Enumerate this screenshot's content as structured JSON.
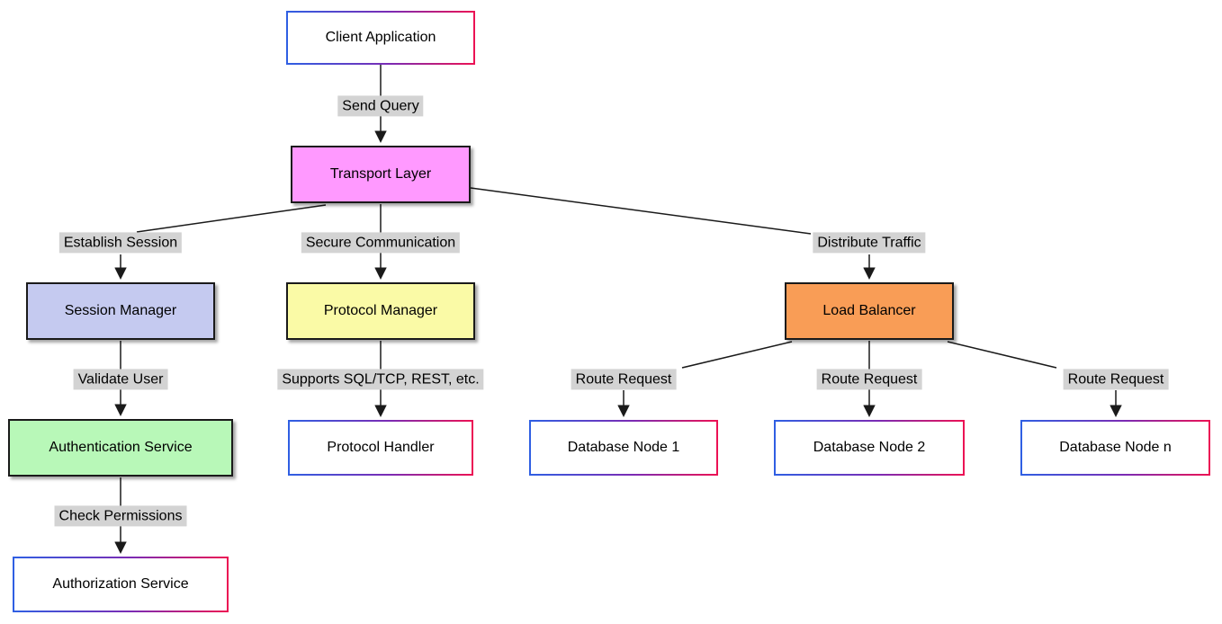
{
  "diagram": {
    "type": "flowchart",
    "nodes": [
      {
        "id": "client",
        "label": "Client Application",
        "style": "plain"
      },
      {
        "id": "transport",
        "label": "Transport Layer",
        "style": "magenta"
      },
      {
        "id": "session",
        "label": "Session Manager",
        "style": "purple"
      },
      {
        "id": "protocol",
        "label": "Protocol Manager",
        "style": "yellow"
      },
      {
        "id": "loadbalancer",
        "label": "Load Balancer",
        "style": "orange"
      },
      {
        "id": "auth",
        "label": "Authentication Service",
        "style": "green"
      },
      {
        "id": "handler",
        "label": "Protocol Handler",
        "style": "plain"
      },
      {
        "id": "db1",
        "label": "Database Node 1",
        "style": "plain"
      },
      {
        "id": "db2",
        "label": "Database Node 2",
        "style": "plain"
      },
      {
        "id": "dbn",
        "label": "Database Node n",
        "style": "plain"
      },
      {
        "id": "authz",
        "label": "Authorization Service",
        "style": "plain"
      }
    ],
    "edges": [
      {
        "from": "client",
        "to": "transport",
        "label": "Send Query"
      },
      {
        "from": "transport",
        "to": "session",
        "label": "Establish Session"
      },
      {
        "from": "transport",
        "to": "protocol",
        "label": "Secure Communication"
      },
      {
        "from": "transport",
        "to": "loadbalancer",
        "label": "Distribute Traffic"
      },
      {
        "from": "session",
        "to": "auth",
        "label": "Validate User"
      },
      {
        "from": "protocol",
        "to": "handler",
        "label": "Supports SQL/TCP, REST, etc."
      },
      {
        "from": "loadbalancer",
        "to": "db1",
        "label": "Route Request"
      },
      {
        "from": "loadbalancer",
        "to": "db2",
        "label": "Route Request"
      },
      {
        "from": "loadbalancer",
        "to": "dbn",
        "label": "Route Request"
      },
      {
        "from": "auth",
        "to": "authz",
        "label": "Check Permissions"
      }
    ],
    "colors": {
      "background": "#ffffff",
      "text": "#000000",
      "line": "#1a1a1a",
      "colored_border": "#1a1a1a",
      "plain_border_left": "#2f5fe3",
      "plain_border_right": "#ec1254",
      "edge_label_bg": "#d3d3d3",
      "node_magenta": "#ff99ff",
      "node_purple": "#c5caf0",
      "node_yellow": "#fafaa6",
      "node_orange": "#f99d56",
      "node_green": "#b8f8b8"
    }
  }
}
